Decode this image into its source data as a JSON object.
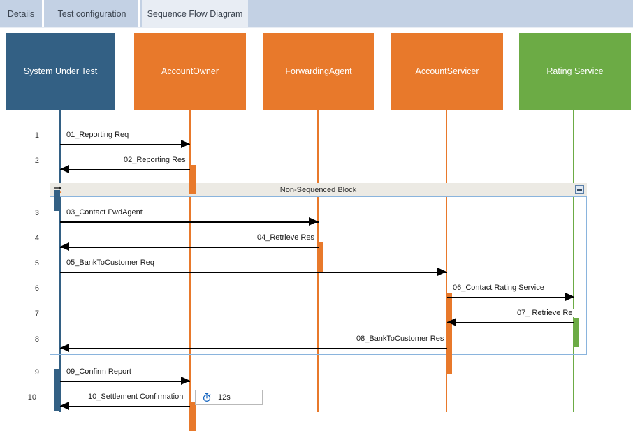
{
  "window": {
    "tabs": [
      {
        "label": "Details",
        "active": false
      },
      {
        "label": "Test configuration",
        "active": false
      },
      {
        "label": "Sequence Flow Diagram",
        "active": true
      }
    ]
  },
  "colors": {
    "tabbar_bg": "#c3d1e4",
    "tab_active_bg": "#e8edf4",
    "sut_blue": "#336084",
    "actor_orange": "#e8792b",
    "service_green": "#6cab45",
    "block_border": "#8ab4dd",
    "block_header_bg": "#eceae4",
    "arrow_black": "#000000",
    "timer_icon_blue": "#1565c0"
  },
  "diagram": {
    "title": "Sequence Flow Diagram",
    "participants": [
      {
        "name": "System Under Test",
        "color": "#336084",
        "lifeline_color": "#336084"
      },
      {
        "name": "AccountOwner",
        "color": "#e8792b",
        "lifeline_color": "#e8792b"
      },
      {
        "name": "ForwardingAgent",
        "color": "#e8792b",
        "lifeline_color": "#e8792b"
      },
      {
        "name": "AccountServicer",
        "color": "#e8792b",
        "lifeline_color": "#e8792b"
      },
      {
        "name": "Rating Service",
        "color": "#6cab45",
        "lifeline_color": "#6cab45"
      }
    ],
    "messages": [
      {
        "num": "1",
        "label": "01_Reporting Req",
        "from": 0,
        "to": 1,
        "dir": "right"
      },
      {
        "num": "2",
        "label": "02_Reporting Res",
        "from": 1,
        "to": 0,
        "dir": "left"
      },
      {
        "num": "3",
        "label": "03_Contact FwdAgent",
        "from": 0,
        "to": 2,
        "dir": "right"
      },
      {
        "num": "4",
        "label": "04_Retrieve Res",
        "from": 2,
        "to": 0,
        "dir": "left"
      },
      {
        "num": "5",
        "label": "05_BankToCustomer Req",
        "from": 0,
        "to": 3,
        "dir": "right"
      },
      {
        "num": "6",
        "label": "06_Contact Rating Service",
        "from": 3,
        "to": 4,
        "dir": "right"
      },
      {
        "num": "7",
        "label": "07_ Retrieve Re",
        "from": 4,
        "to": 3,
        "dir": "left"
      },
      {
        "num": "8",
        "label": "08_BankToCustomer Res",
        "from": 3,
        "to": 0,
        "dir": "left"
      },
      {
        "num": "9",
        "label": "09_Confirm Report",
        "from": 0,
        "to": 1,
        "dir": "right"
      },
      {
        "num": "10",
        "label": "10_Settlement Confirmation",
        "from": 1,
        "to": 0,
        "dir": "left"
      }
    ],
    "fragment": {
      "title": "Non-Sequenced Block",
      "icon": "non-sequenced-arrows-icon",
      "collapse_icon": "collapse-box-icon"
    },
    "timer": {
      "icon": "stopwatch-icon",
      "value": "12s"
    }
  }
}
